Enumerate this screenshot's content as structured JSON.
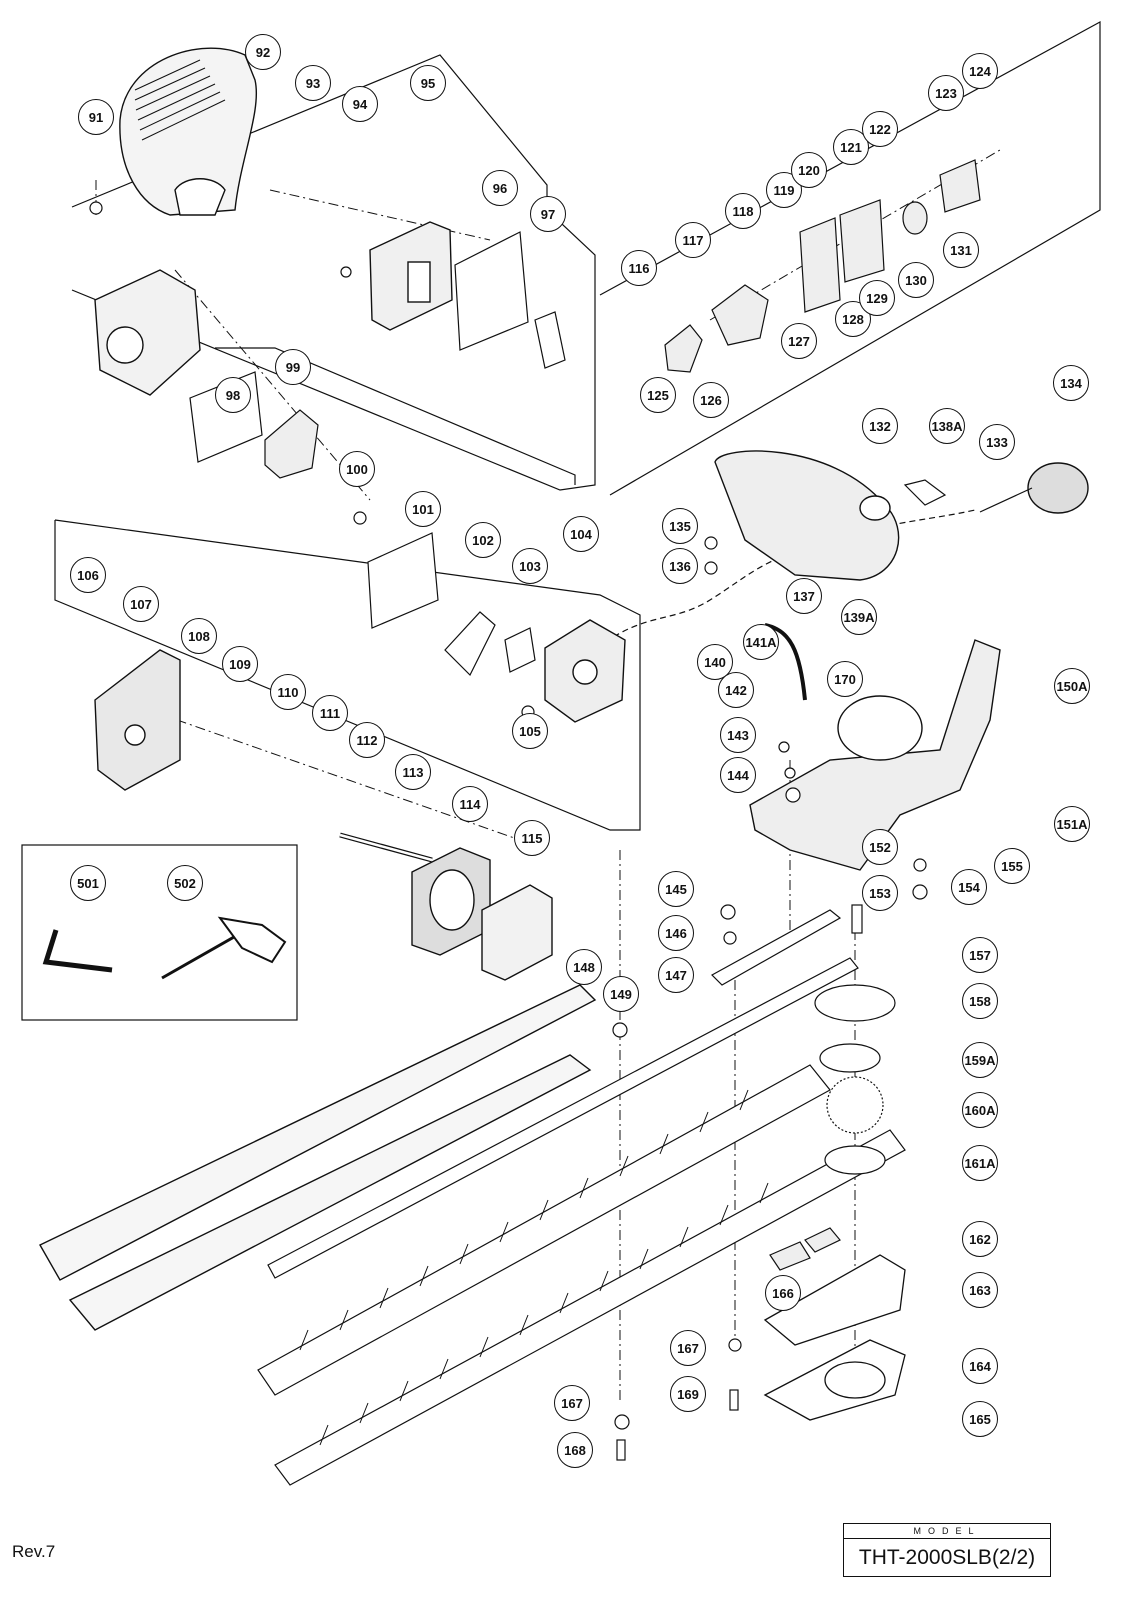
{
  "revision": "Rev.7",
  "model": {
    "caption": "MODEL",
    "number": "THT-2000SLB(2/2)"
  },
  "part_numbers": [
    "91",
    "92",
    "93",
    "94",
    "95",
    "96",
    "97",
    "98",
    "99",
    "100",
    "101",
    "102",
    "103",
    "104",
    "105",
    "106",
    "107",
    "108",
    "109",
    "110",
    "111",
    "112",
    "113",
    "114",
    "115",
    "116",
    "117",
    "118",
    "119",
    "120",
    "121",
    "122",
    "123",
    "124",
    "125",
    "126",
    "127",
    "128",
    "129",
    "130",
    "131",
    "132",
    "133",
    "134",
    "135",
    "136",
    "137",
    "138A",
    "139A",
    "140",
    "141A",
    "142",
    "143",
    "144",
    "145",
    "146",
    "147",
    "148",
    "149",
    "150A",
    "151A",
    "152",
    "153",
    "154",
    "155",
    "157",
    "158",
    "159A",
    "160A",
    "161A",
    "162",
    "163",
    "164",
    "165",
    "166",
    "167",
    "167",
    "168",
    "169",
    "170",
    "501",
    "502"
  ],
  "colors": {
    "line": "#111111",
    "background": "#ffffff"
  }
}
